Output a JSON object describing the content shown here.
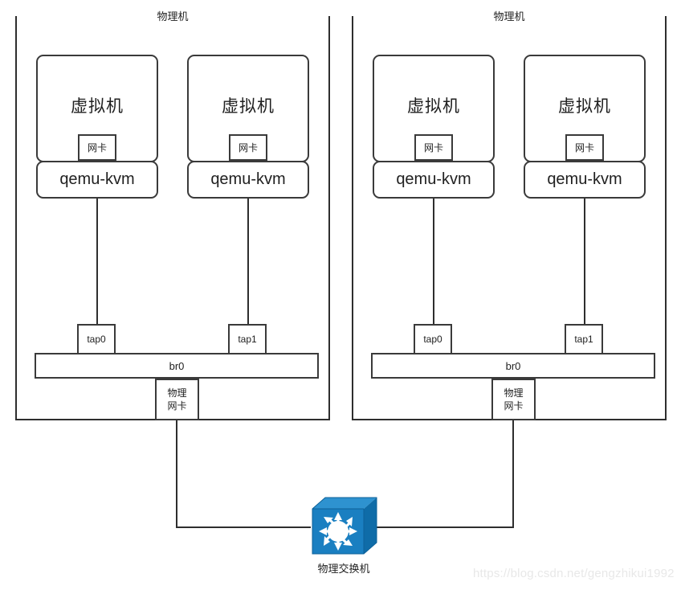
{
  "diagram": {
    "title_hidden": "",
    "hosts": [
      {
        "id": "host-left",
        "title": "物理机",
        "vms": [
          {
            "label": "虚拟机",
            "nic": "网卡",
            "hypervisor": "qemu-kvm",
            "tap": "tap0"
          },
          {
            "label": "虚拟机",
            "nic": "网卡",
            "hypervisor": "qemu-kvm",
            "tap": "tap1"
          }
        ],
        "bridge": "br0",
        "physical_nic_line1": "物理",
        "physical_nic_line2": "网卡"
      },
      {
        "id": "host-right",
        "title": "物理机",
        "vms": [
          {
            "label": "虚拟机",
            "nic": "网卡",
            "hypervisor": "qemu-kvm",
            "tap": "tap0"
          },
          {
            "label": "虚拟机",
            "nic": "网卡",
            "hypervisor": "qemu-kvm",
            "tap": "tap1"
          }
        ],
        "bridge": "br0",
        "physical_nic_line1": "物理",
        "physical_nic_line2": "网卡"
      }
    ],
    "switch": {
      "label": "物理交换机",
      "icon": "network-switch-icon",
      "face_color": "#1a7fc1",
      "top_color": "#2e92d0",
      "side_color": "#0f6ca8",
      "arrow_color": "#ffffff"
    },
    "stroke_color": "#2e2e2e",
    "background_color": "#ffffff"
  },
  "watermark": {
    "text": "https://blog.csdn.net/gengzhikui1992",
    "color": "#e8e8e8"
  }
}
